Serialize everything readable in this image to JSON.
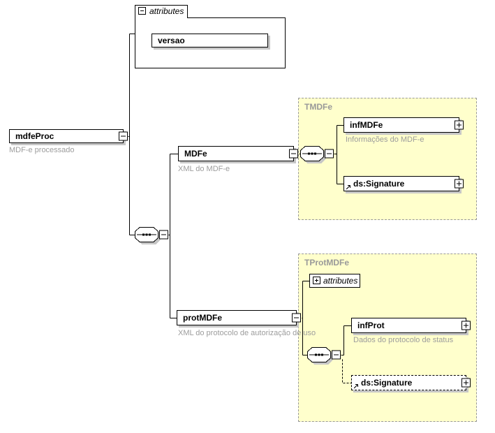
{
  "diagram_type": "xml-schema-diagram",
  "colors": {
    "group_background": "#ffffcc",
    "group_border": "#999999",
    "annotation_text": "#9c9c9c",
    "type_label_text": "#999999",
    "box_shadow": "#c6c6c6",
    "box_border": "#000000"
  },
  "icons": {
    "sequence": "sequence-icon",
    "collapse": "minus-icon",
    "expand": "plus-icon",
    "reference": "reference-arrow-icon"
  },
  "nodes": {
    "mdfeProc": {
      "label": "mdfeProc",
      "annotation": "MDF-e processado"
    },
    "attributesTop": {
      "label": "attributes"
    },
    "versao": {
      "label": "versao"
    },
    "MDFe": {
      "label": "MDFe",
      "annotation": "XML do MDF-e"
    },
    "TMDFe": {
      "label": "TMDFe"
    },
    "infMDFe": {
      "label": "infMDFe",
      "annotation": "Informações do MDF-e"
    },
    "dsSignature1": {
      "label": "ds:Signature"
    },
    "protMDFe": {
      "label": "protMDFe",
      "annotation": "XML do protocolo de autorização de uso"
    },
    "TProtMDFe": {
      "label": "TProtMDFe"
    },
    "attributesProt": {
      "label": "attributes"
    },
    "infProt": {
      "label": "infProt",
      "annotation": "Dados do protocolo de status"
    },
    "dsSignature2": {
      "label": "ds:Signature"
    }
  }
}
